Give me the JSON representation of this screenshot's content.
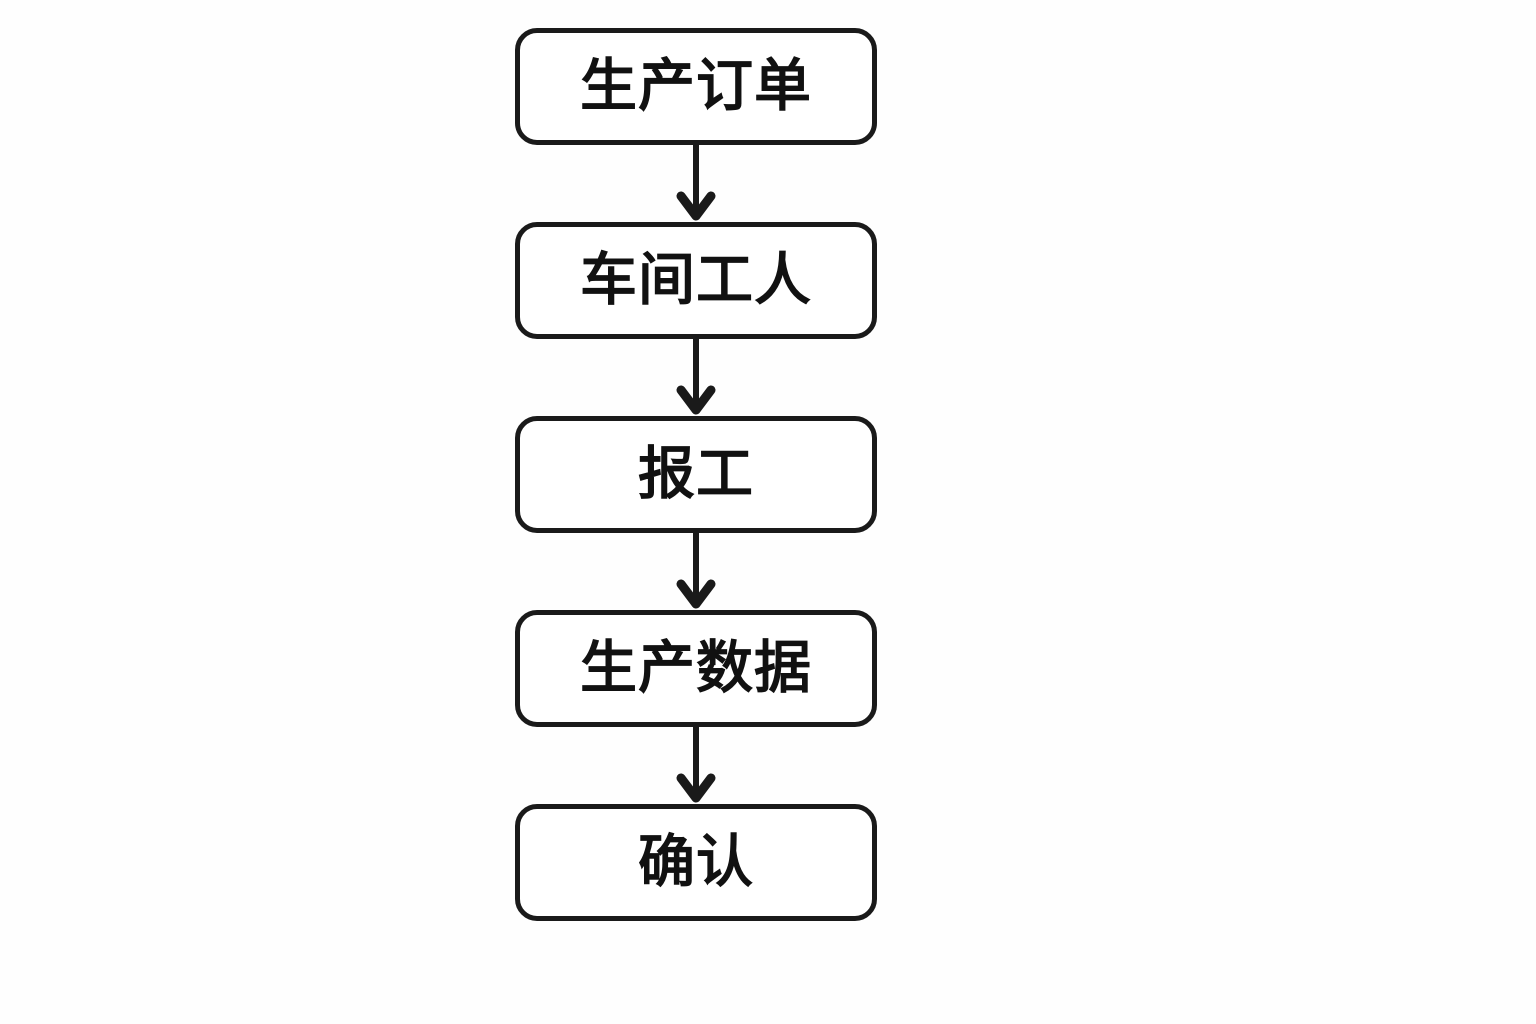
{
  "diagram": {
    "title": "",
    "type": "flowchart",
    "direction": "top-to-bottom",
    "nodes": [
      {
        "id": "production-order",
        "label": "生产订单",
        "shape": "rounded-rectangle"
      },
      {
        "id": "workshop-worker",
        "label": "车间工人",
        "shape": "rounded-rectangle"
      },
      {
        "id": "work-report",
        "label": "报工",
        "shape": "rounded-rectangle"
      },
      {
        "id": "production-data",
        "label": "生产数据",
        "shape": "rounded-rectangle"
      },
      {
        "id": "confirm",
        "label": "确认",
        "shape": "rounded-rectangle"
      }
    ],
    "edges": [
      {
        "from": "production-order",
        "to": "workshop-worker",
        "style": "arrow-down"
      },
      {
        "from": "workshop-worker",
        "to": "work-report",
        "style": "arrow-down"
      },
      {
        "from": "work-report",
        "to": "production-data",
        "style": "arrow-down"
      },
      {
        "from": "production-data",
        "to": "confirm",
        "style": "arrow-down"
      }
    ],
    "colors": {
      "stroke": "#1a1a1a",
      "fill": "#ffffff",
      "background": "#fefefe",
      "text": "#111111"
    }
  }
}
